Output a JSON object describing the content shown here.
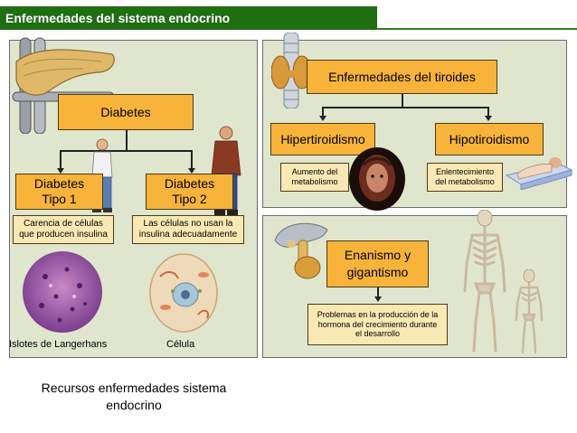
{
  "slide": {
    "title": "Enfermedades del sistema endocrino",
    "footer_caption": "Recursos enfermedades sistema endocrino"
  },
  "diabetes": {
    "main": "Diabetes",
    "tipo1": {
      "label": "Diabetes Tipo 1",
      "description": "Carencia de células que producen insulina",
      "image_caption": "Islotes de Langerhans"
    },
    "tipo2": {
      "label": "Diabetes Tipo 2",
      "description": "Las células no usan la insulina adecuadamente",
      "image_caption": "Célula"
    }
  },
  "tiroides": {
    "main": "Enfermedades del tiroides",
    "hiper": {
      "label": "Hipertiroidismo",
      "description": "Aumento del metabolismo"
    },
    "hipo": {
      "label": "Hipotiroidismo",
      "description": "Enlentecimiento del metabolismo"
    }
  },
  "crecimiento": {
    "main": "Enanismo y gigantismo",
    "description": "Problemas en la producción de la hormona del crecimiento durante el desarrollo"
  },
  "colors": {
    "title_bar": "#1f6e12",
    "panel": "#dfe6cd",
    "box_orange": "#f7b33a",
    "box_cream": "#f8e9b4"
  },
  "icons": [
    "pancreas-icon",
    "boy-figure-icon",
    "man-figure-icon",
    "islets-image-icon",
    "cell-image-icon",
    "thyroid-icon",
    "sweating-person-icon",
    "sleeping-person-icon",
    "pituitary-icon",
    "skeleton-large-icon",
    "skeleton-small-icon"
  ]
}
